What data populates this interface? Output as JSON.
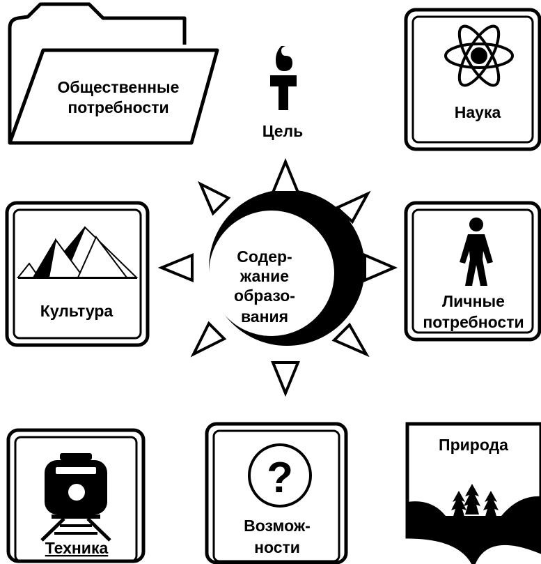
{
  "center": {
    "lines": [
      "Содер-",
      "жание",
      "образо-",
      "вания"
    ]
  },
  "goal": {
    "label": "Цель",
    "icon": "torch-icon"
  },
  "nodes": {
    "social_needs": {
      "lines": [
        "Общественные",
        "потребности"
      ],
      "icon": "folder-icon"
    },
    "science": {
      "label": "Наука",
      "icon": "atom-icon"
    },
    "culture": {
      "label": "Культура",
      "icon": "pyramids-icon"
    },
    "personal_needs": {
      "lines": [
        "Личные",
        "потребности"
      ],
      "icon": "person-icon"
    },
    "technology": {
      "label": "Техника",
      "icon": "train-icon"
    },
    "possibilities": {
      "lines": [
        "Возмож-",
        "ности"
      ],
      "icon": "question-mark-icon"
    },
    "nature": {
      "label": "Природа",
      "icon": "trees-icon"
    }
  },
  "colors": {
    "ink": "#000000",
    "paper": "#ffffff"
  }
}
